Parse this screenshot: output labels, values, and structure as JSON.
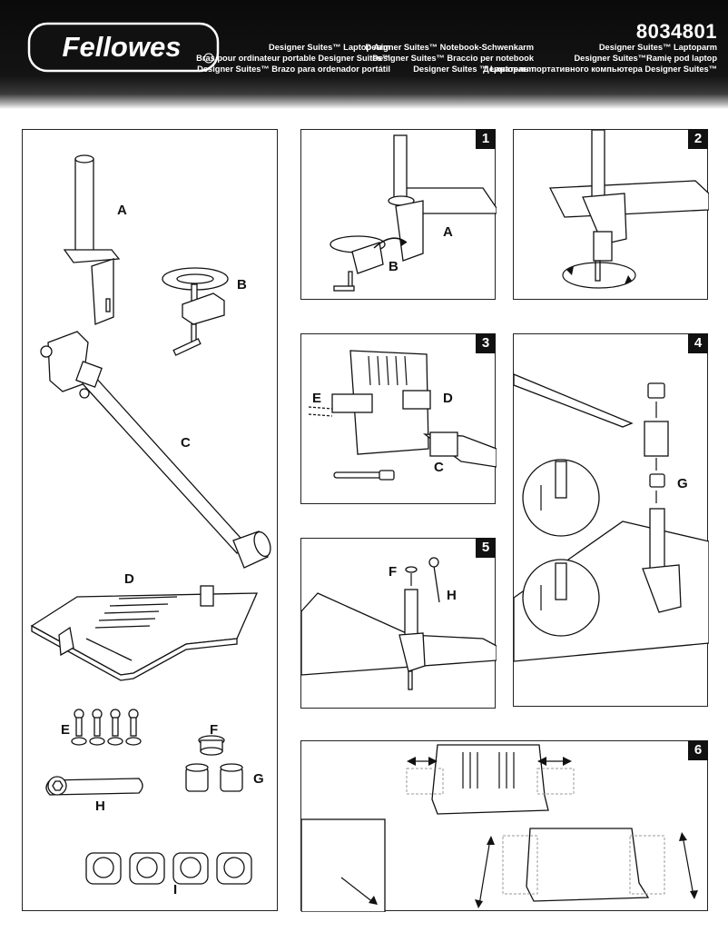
{
  "header": {
    "brand": "Fellowes",
    "model_number": "8034801",
    "titles_col1": [
      "Designer Suites™ Laptop Arm",
      "Bras pour ordinateur portable Designer Suites™",
      "Designer Suites™ Brazo para ordenador portátil"
    ],
    "titles_col2": [
      "Designer Suites™ Notebook-Schwenkarm",
      "Designer Suites™ Braccio per notebook",
      "Designer Suites ™ Laptoparm"
    ],
    "titles_col3": [
      "Designer Suites™ Laptoparm",
      "Designer Suites™Ramię pod laptop",
      "Держатель портативного компьютера Designer Suites™"
    ]
  },
  "parts": {
    "a": "A",
    "b": "B",
    "c": "C",
    "d": "D",
    "e": "E",
    "f": "F",
    "g": "G",
    "h": "H",
    "i": "I"
  },
  "steps": {
    "s1": "1",
    "s2": "2",
    "s3": "3",
    "s4": "4",
    "s5": "5",
    "s6": "6"
  },
  "colors": {
    "header_bg": "#111111",
    "ink": "#111111",
    "panel_border": "#222222"
  }
}
